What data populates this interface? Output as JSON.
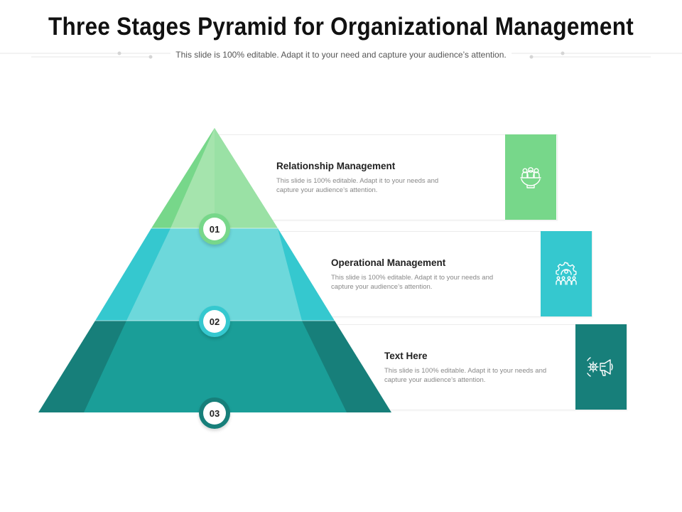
{
  "title": "Three Stages Pyramid  for Organizational Management",
  "subtitle": "This slide is 100% editable. Adapt it to your need and capture your audience’s attention.",
  "colors": {
    "green": "#77d78a",
    "green_light": "#a5e4ad",
    "cyan": "#35c8cf",
    "cyan_light": "#6dd8db",
    "teal": "#1a9e98",
    "teal_dark": "#177f7a"
  },
  "stages": [
    {
      "number": "01",
      "title": "Relationship Management",
      "description": "This slide is 100% editable. Adapt it to your needs and capture your audience’s attention.",
      "icon": "team-hands-icon"
    },
    {
      "number": "02",
      "title": "Operational Management",
      "description": "This slide is 100% editable. Adapt it to your needs and capture your audience’s attention.",
      "icon": "gear-people-icon"
    },
    {
      "number": "03",
      "title": "Text Here",
      "description": "This slide is 100% editable. Adapt it to your needs and capture your audience’s attention.",
      "icon": "megaphone-gear-icon"
    }
  ]
}
